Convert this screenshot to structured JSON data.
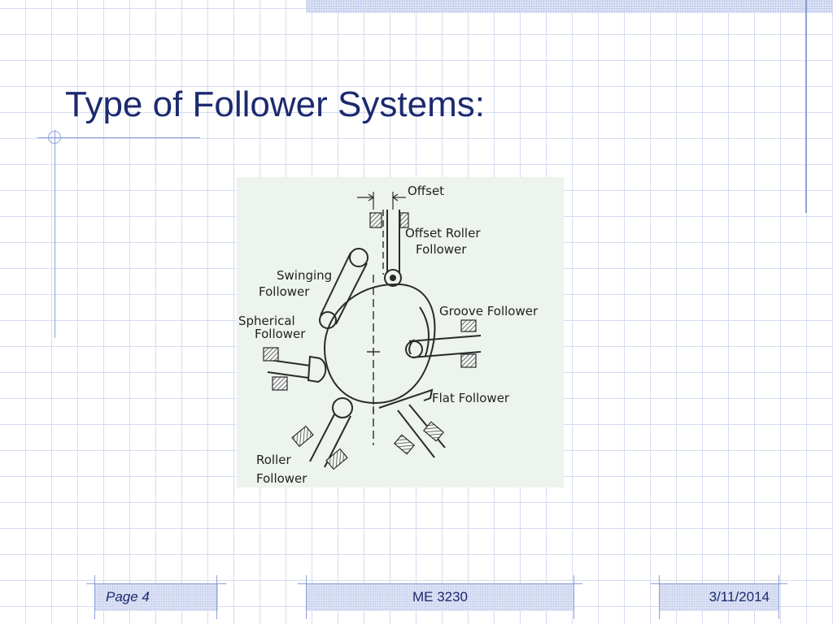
{
  "slide": {
    "title": "Type of Follower Systems:"
  },
  "diagram": {
    "labels": {
      "offset": "Offset",
      "offset_roller_line1": "Offset Roller",
      "offset_roller_line2": "Follower",
      "swinging_line1": "Swinging",
      "swinging_line2": "Follower",
      "groove": "Groove Follower",
      "spherical_line1": "Spherical",
      "spherical_line2": "Follower",
      "flat": "Flat Follower",
      "roller_line1": "Roller",
      "roller_line2": "Follower"
    }
  },
  "footer": {
    "page": "Page 4",
    "course": "ME 3230",
    "date": "3/11/2014"
  },
  "colors": {
    "title": "#1c2a6e",
    "accent_line": "#8ea0d8",
    "figure_background": "#edf3ed"
  }
}
